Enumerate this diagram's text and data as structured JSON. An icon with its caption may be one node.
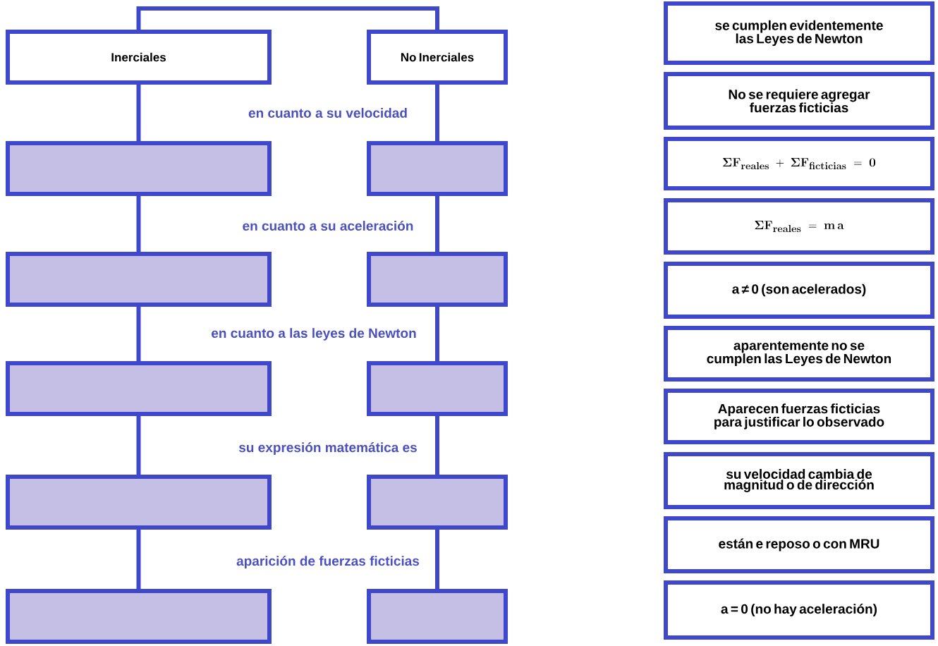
{
  "diagram": {
    "nodes": [
      {
        "text": [
          "Inerciales"
        ]
      },
      {
        "text": [
          "No Inerciales"
        ]
      },
      {
        "text": [],
        "shape": "box"
      },
      {
        "text": [],
        "shape": "box"
      },
      {
        "text": [],
        "shape": "box"
      },
      {
        "text": [],
        "shape": "box"
      },
      {
        "text": [],
        "shape": "box"
      },
      {
        "text": [],
        "shape": "box"
      },
      {
        "text": [],
        "shape": "box"
      },
      {
        "text": [],
        "shape": "box"
      },
      {
        "text": [],
        "shape": "box"
      },
      {
        "text": [],
        "shape": "box"
      },
      {
        "text": [
          "se cumplen evidentemente las Leyes de Newton"
        ]
      },
      {
        "text": [
          "No se requiere agregar fuerzas ficticias"
        ]
      },
      {
        "text": [
          "\\mathbf{\\Sigma F_{reales}\\;+\\;\\Sigma F_{ficticias}\\;=\\;0}"
        ]
      },
      {
        "text": [
          "\\mathbf{\\Sigma F_{reales}\\;=\\;m\\,a}"
        ]
      },
      {
        "text": [
          "a ≠ 0 (son acelerados)"
        ]
      },
      {
        "text": [
          "aparentemente no se cumplen las Leyes de Newton"
        ]
      },
      {
        "text": [
          "Aparecen fuerzas ficticias para justificar lo observado"
        ]
      },
      {
        "text": [
          "su velocidad cambia de magnitud o de dirección"
        ]
      },
      {
        "text": [
          "están e reposo o con MRU"
        ]
      },
      {
        "text": [
          "a = 0  (no hay aceleración)"
        ]
      }
    ],
    "edges": [
      {
        "from": 0,
        "to": 1,
        "arrow": "none"
      },
      {
        "from": 0,
        "to": 2,
        "arrow": "none"
      },
      {
        "from": 1,
        "to": 3,
        "arrow": "none"
      },
      {
        "from": 2,
        "to": 4,
        "arrow": "none"
      },
      {
        "from": 3,
        "to": 5,
        "arrow": "none"
      },
      {
        "from": 4,
        "to": 6,
        "arrow": "none"
      },
      {
        "from": 5,
        "to": 7,
        "arrow": "none"
      },
      {
        "from": 6,
        "to": 8,
        "arrow": "none"
      },
      {
        "from": 7,
        "to": 9,
        "arrow": "none"
      },
      {
        "from": 8,
        "to": 10,
        "arrow": "none"
      },
      {
        "from": 9,
        "to": 11,
        "arrow": "none"
      }
    ],
    "labels": [
      "en cuanto a su velocidad",
      "en cuanto a su aceleración",
      "en cuanto a las leyes de Newton",
      "su expresión matemática es",
      "aparición de fuerzas ficticias"
    ]
  }
}
